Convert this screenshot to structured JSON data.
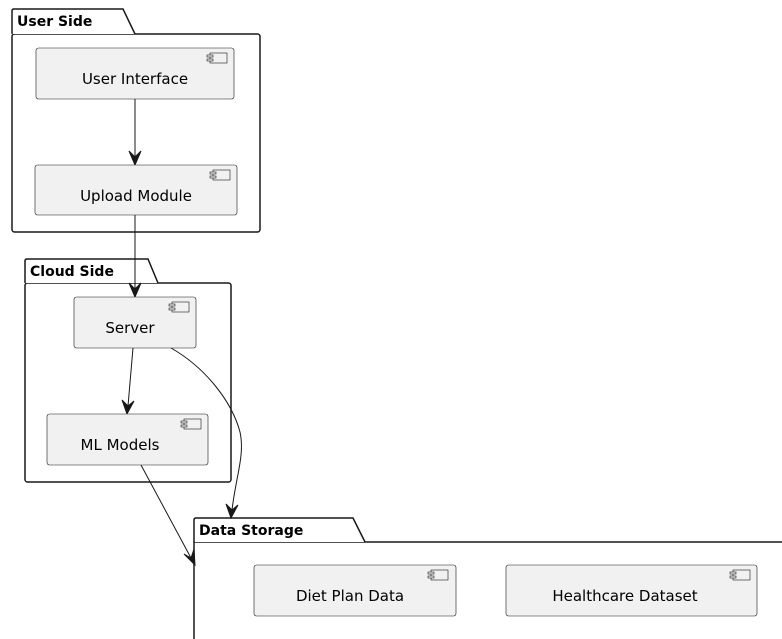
{
  "packages": {
    "user_side": {
      "title": "User Side"
    },
    "cloud_side": {
      "title": "Cloud Side"
    },
    "data_storage": {
      "title": "Data Storage"
    }
  },
  "components": {
    "user_interface": {
      "label": "User Interface"
    },
    "upload_module": {
      "label": "Upload Module"
    },
    "server": {
      "label": "Server"
    },
    "ml_models": {
      "label": "ML Models"
    },
    "diet_plan_data": {
      "label": "Diet Plan Data"
    },
    "healthcare_dataset": {
      "label": "Healthcare Dataset"
    }
  },
  "edges": [
    {
      "from": "User Interface",
      "to": "Upload Module"
    },
    {
      "from": "Upload Module",
      "to": "Server"
    },
    {
      "from": "Server",
      "to": "ML Models"
    },
    {
      "from": "Server",
      "to": "Data Storage"
    },
    {
      "from": "ML Models",
      "to": "Data Storage"
    }
  ],
  "icon": "component-icon"
}
